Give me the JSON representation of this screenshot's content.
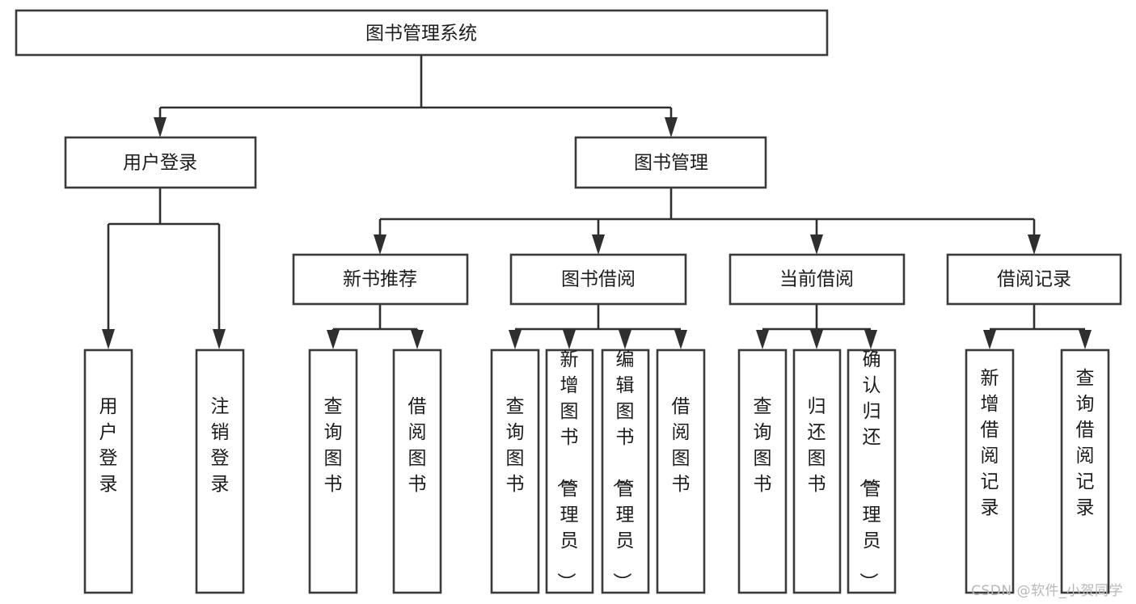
{
  "diagram": {
    "type": "tree-hierarchy",
    "title": "图书管理系统",
    "watermark": "CSDN @软件_小贺同学",
    "colors": {
      "box_fill": "#ffffff",
      "box_stroke": "#3a3a3a",
      "connector": "#2f2f2f",
      "text": "#1c1c1c",
      "watermark": "#b8b8b8",
      "background": "#ffffff"
    },
    "levels": {
      "root": {
        "label": "图书管理系统"
      },
      "level2": [
        {
          "label": "用户登录"
        },
        {
          "label": "图书管理"
        }
      ],
      "level3": [
        {
          "label": "新书推荐"
        },
        {
          "label": "图书借阅"
        },
        {
          "label": "当前借阅"
        },
        {
          "label": "借阅记录"
        }
      ],
      "leaves": {
        "user_login": [
          {
            "label": "用户登录"
          },
          {
            "label": "注销登录"
          }
        ],
        "new_book": [
          {
            "label": "查询图书"
          },
          {
            "label": "借阅图书"
          }
        ],
        "book_borrow": [
          {
            "label": "查询图书"
          },
          {
            "label": "新增图书（管理员）"
          },
          {
            "label": "编辑图书（管理员）"
          },
          {
            "label": "借阅图书"
          }
        ],
        "current_borrow": [
          {
            "label": "查询图书"
          },
          {
            "label": "归还图书"
          },
          {
            "label": "确认归还（管理员）"
          }
        ],
        "borrow_record": [
          {
            "label": "新增借阅记录"
          },
          {
            "label": "查询借阅记录"
          }
        ]
      }
    }
  }
}
